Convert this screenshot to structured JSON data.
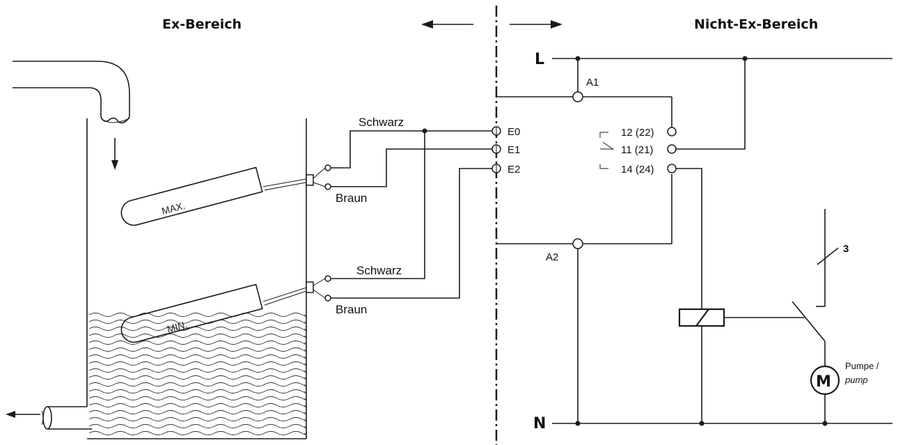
{
  "zones": {
    "hazardous": "Ex-Bereich",
    "safe": "Nicht-Ex-Bereich"
  },
  "probes": {
    "max": {
      "label": "MAX.",
      "wire_black": "Schwarz",
      "wire_brown": "Braun"
    },
    "min": {
      "label": "MIN.",
      "wire_black": "Schwarz",
      "wire_brown": "Braun"
    }
  },
  "relay": {
    "inputs": [
      "E0",
      "E1",
      "E2"
    ],
    "supply_a1": "A1",
    "supply_a2": "A2",
    "contacts": [
      "12 (22)",
      "11 (21)",
      "14 (24)"
    ]
  },
  "supply": {
    "phase": "L",
    "neutral": "N"
  },
  "motor": {
    "symbol": "M",
    "label_de": "Pumpe /",
    "label_en": "pump",
    "phases": "3"
  }
}
